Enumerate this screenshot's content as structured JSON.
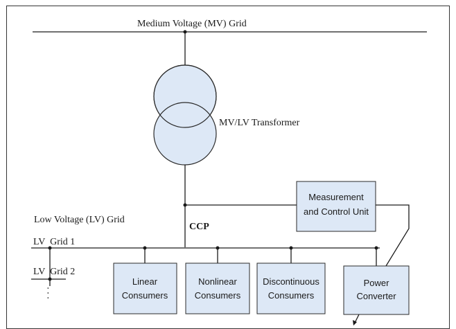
{
  "labels": {
    "mv_grid": "Medium Voltage (MV) Grid",
    "transformer": "MV/LV Transformer",
    "lv_grid": "Low Voltage (LV) Grid",
    "ccp": "CCP",
    "lv_grid_1": "LV  Grid 1",
    "lv_grid_2": "LV  Grid 2",
    "continuation": ". . ."
  },
  "blocks": {
    "measurement": {
      "line1": "Measurement",
      "line2": "and Control Unit"
    },
    "linear": {
      "line1": "Linear",
      "line2": "Consumers"
    },
    "nonlinear": {
      "line1": "Nonlinear",
      "line2": "Consumers"
    },
    "discontinuous": {
      "line1": "Discontinuous",
      "line2": "Consumers"
    },
    "power_converter": {
      "line1": "Power",
      "line2": "Converter"
    }
  },
  "colors": {
    "block_fill": "#dde8f6",
    "transformer_fill": "#dde8f6",
    "line": "#1a1a1a"
  }
}
